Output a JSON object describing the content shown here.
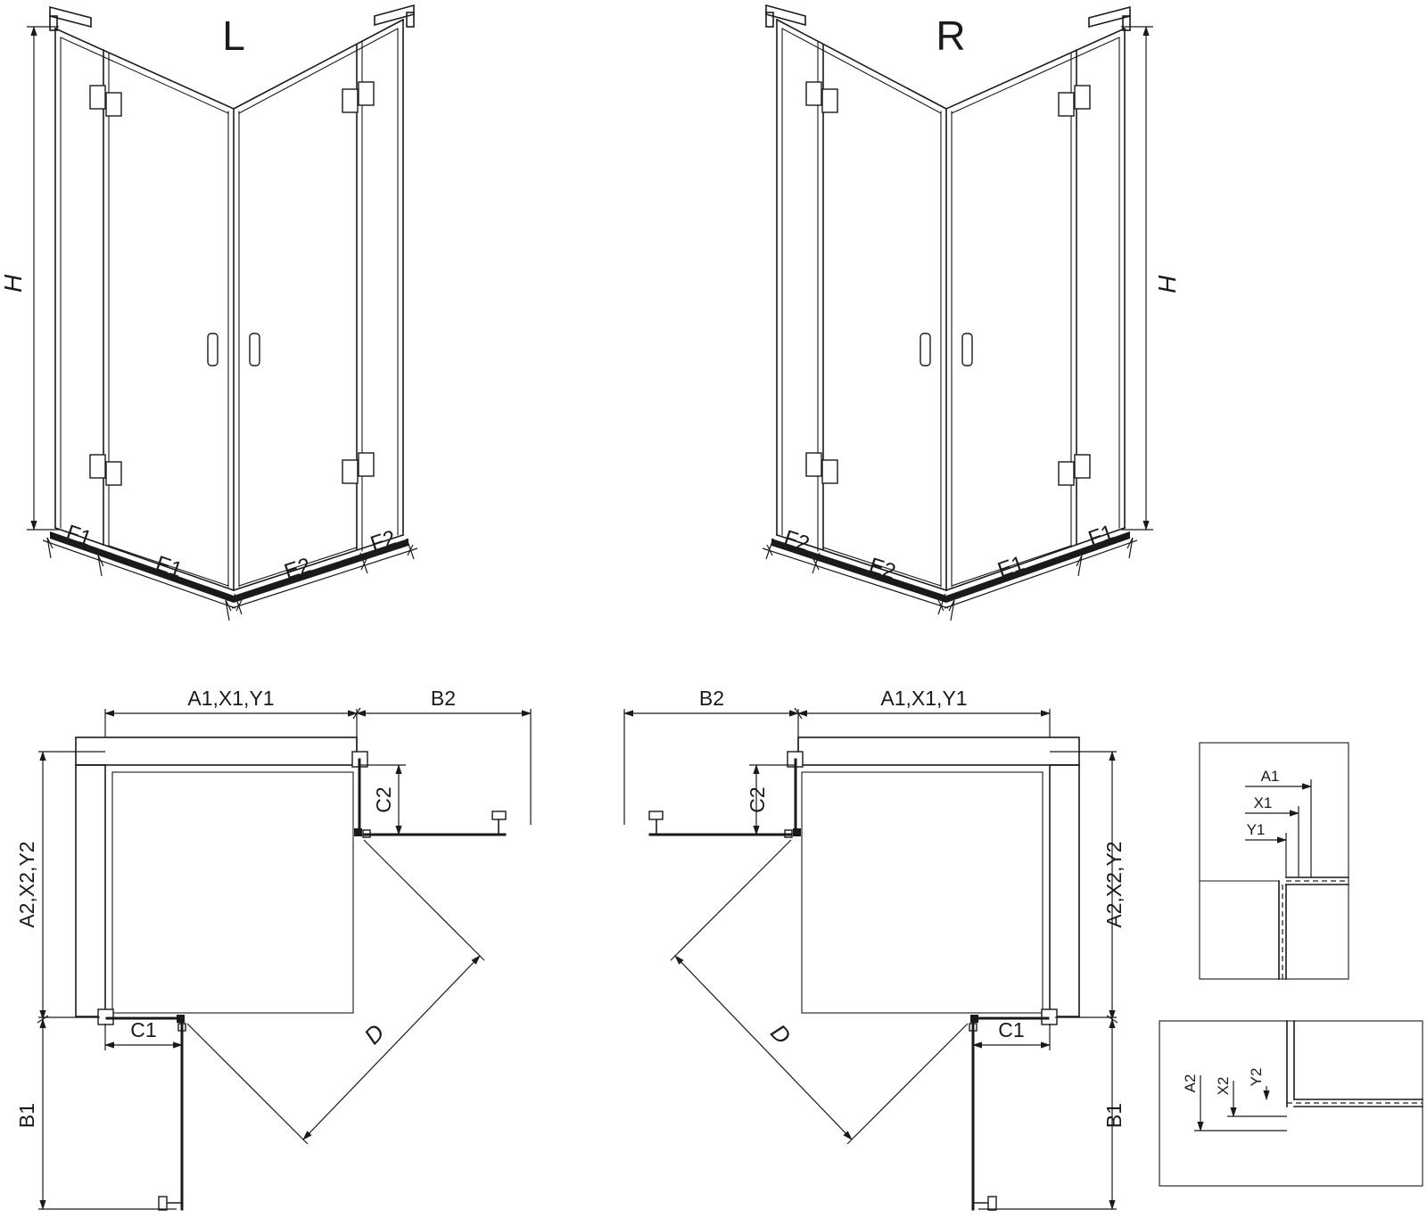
{
  "colors": {
    "line": "#1a1a1a",
    "background": "#ffffff"
  },
  "views": {
    "iso_left": {
      "title": "L",
      "dims": {
        "h": "H",
        "f1": "F1",
        "e1": "E1",
        "e2": "E2",
        "f2": "F2"
      }
    },
    "iso_right": {
      "title": "R",
      "dims": {
        "h": "H",
        "f1": "F1",
        "e1": "E1",
        "e2": "E2",
        "f2": "F2"
      }
    },
    "plan_left": {
      "dims": {
        "a1x1y1": "A1,X1,Y1",
        "b2": "B2",
        "c2": "C2",
        "a2x2y2": "A2,X2,Y2",
        "c1": "C1",
        "b1": "B1",
        "d": "D"
      }
    },
    "plan_right": {
      "dims": {
        "a1x1y1": "A1,X1,Y1",
        "b2": "B2",
        "c2": "C2",
        "a2x2y2": "A2,X2,Y2",
        "c1": "C1",
        "b1": "B1",
        "d": "D"
      }
    },
    "detail_glass1": {
      "dims": {
        "a1": "A1",
        "x1": "X1",
        "y1": "Y1"
      }
    },
    "detail_glass2": {
      "dims": {
        "a2": "A2",
        "x2": "X2",
        "y2": "Y2"
      }
    }
  }
}
